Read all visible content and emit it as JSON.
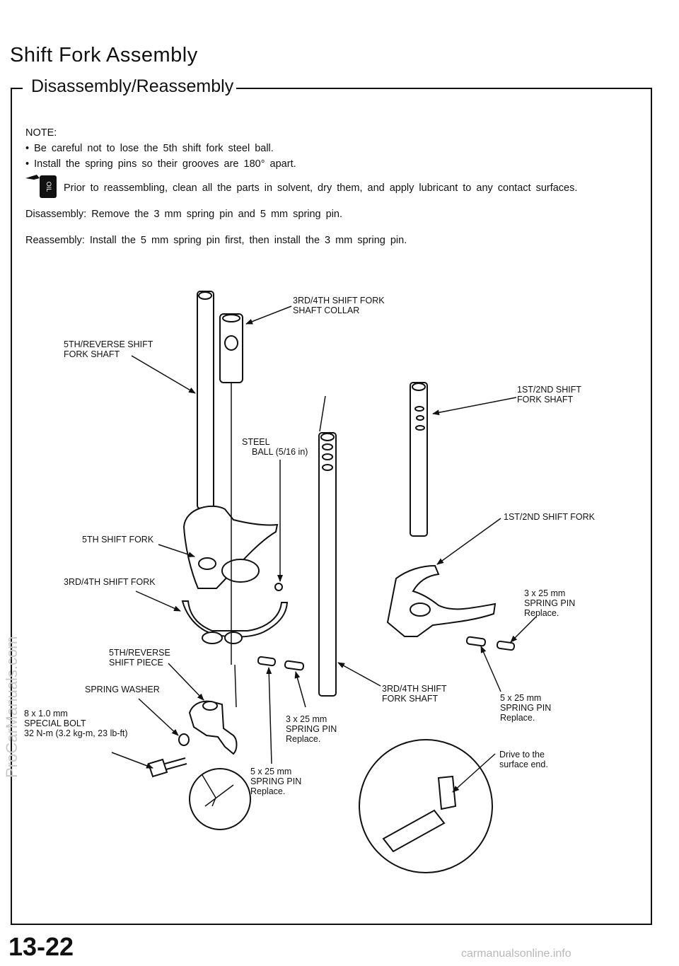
{
  "header": {
    "title": "Shift Fork Assembly",
    "section": "Disassembly/Reassembly"
  },
  "notes": {
    "label": "NOTE:",
    "items": [
      "• Be careful not to lose the 5th shift fork steel ball.",
      "• Install the spring pins so their grooves are 180° apart."
    ],
    "lubricant": "Prior to reassembling, clean all the parts in solvent, dry them, and apply lubricant to any contact surfaces.",
    "disassembly": "Disassembly: Remove the 3 mm spring pin and 5 mm spring pin.",
    "reassembly": "Reassembly: Install the 5 mm spring pin first, then install the 3 mm spring pin."
  },
  "icons": {
    "oil_can": "oil-can-icon"
  },
  "callouts": {
    "collar": [
      "3RD/4TH SHIFT FORK",
      "SHAFT COLLAR"
    ],
    "rev_shaft": [
      "5TH/REVERSE SHIFT",
      "FORK SHAFT"
    ],
    "s12_shaft": [
      "1ST/2ND SHIFT",
      "FORK SHAFT"
    ],
    "steel_ball": [
      "STEEL",
      "BALL (5/16 in)"
    ],
    "s12_fork": [
      "1ST/2ND SHIFT FORK"
    ],
    "fifth_fork": [
      "5TH SHIFT FORK"
    ],
    "s34_fork": [
      "3RD/4TH SHIFT FORK"
    ],
    "pin3_right": [
      "3 x 25 mm",
      "SPRING PIN",
      "Replace."
    ],
    "rev_piece": [
      "5TH/REVERSE",
      "SHIFT PIECE"
    ],
    "washer": [
      "SPRING WASHER"
    ],
    "s34_shaft": [
      "3RD/4TH SHIFT",
      "FORK SHAFT"
    ],
    "pin5_right": [
      "5 x 25 mm",
      "SPRING PIN",
      "Replace."
    ],
    "bolt": [
      "8 x 1.0 mm",
      "SPECIAL BOLT",
      "32 N-m (3.2 kg-m, 23 lb-ft)"
    ],
    "pin3_mid": [
      "3 x 25 mm",
      "SPRING PIN",
      "Replace."
    ],
    "drive": [
      "Drive to the",
      "surface end."
    ],
    "pin5_mid": [
      "5 x 25 mm",
      "SPRING PIN",
      "Replace."
    ]
  },
  "watermark": "ProCarManuals.com",
  "footer": {
    "page_number": "13-22",
    "site": "carmanualsonline.info"
  }
}
